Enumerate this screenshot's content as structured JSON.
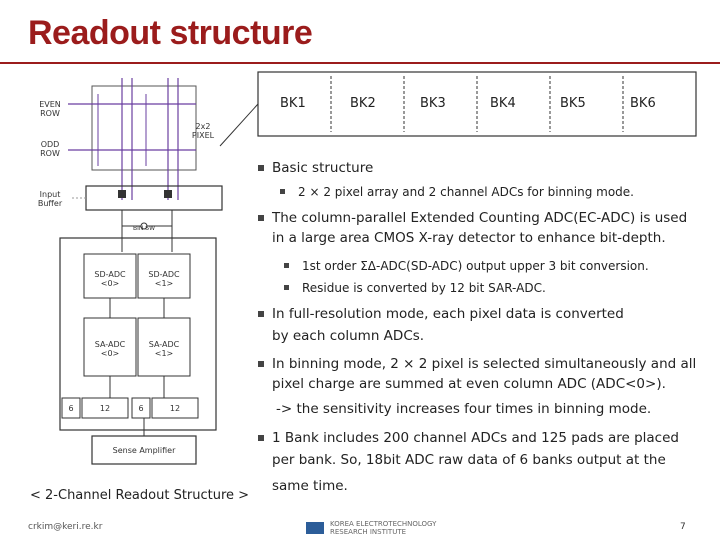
{
  "title": "Readout structure",
  "diagram": {
    "even_row": "EVEN ROW",
    "odd_row": "ODD ROW",
    "pixel_2x2": "2x2 PIXEL",
    "input_buffer": "Input Buffer",
    "bin_sw": "BIN SW",
    "sd_adc_0": "SD-ADC <0>",
    "sd_adc_1": "SD-ADC <1>",
    "sar_adc_0": "SA-ADC <0>",
    "sar_adc_1": "SA-ADC <1>",
    "bits_a": "6",
    "bits_b": "12",
    "bits_c": "6",
    "bits_d": "12",
    "sense_amp": "Sense Amplifier"
  },
  "banks": [
    "BK1",
    "BK2",
    "BK3",
    "BK4",
    "BK5",
    "BK6"
  ],
  "bullets": {
    "b1": "Basic structure",
    "b1_1": "2 × 2 pixel array and 2 channel ADCs for binning mode.",
    "b2_l1": "The column-parallel Extended Counting ADC(EC-ADC) is used",
    "b2_l2": "in a large area CMOS X-ray detector to enhance bit-depth.",
    "b2_1": "1st order ΣΔ-ADC(SD-ADC) output upper 3 bit conversion.",
    "b2_2": "Residue is converted by 12 bit SAR-ADC.",
    "b3_l1": "In full-resolution mode, each pixel data is converted",
    "b3_l2": "by each column ADCs.",
    "b4_l1": "In binning mode, 2 × 2 pixel is selected simultaneously and all",
    "b4_l2": "pixel charge are summed at even column ADC (ADC<0>).",
    "b4_l3": "-> the sensitivity increases four times in binning mode.",
    "b5_l1": "1 Bank includes 200 channel ADCs and 125 pads are placed",
    "b5_l2": "per bank. So, 18bit ADC raw data of 6 banks output at the",
    "b5_l3": "same time."
  },
  "caption": "< 2-Channel Readout Structure >",
  "footer": {
    "email": "crkim@keri.re.kr",
    "institute_l1": "KOREA ELECTROTECHNOLOGY",
    "institute_l2": "RESEARCH INSTITUTE",
    "page": "7"
  },
  "colors": {
    "title": "#9b1c1c",
    "pixel_lines": "#6a3fa0",
    "bank_frame": "#333333"
  }
}
